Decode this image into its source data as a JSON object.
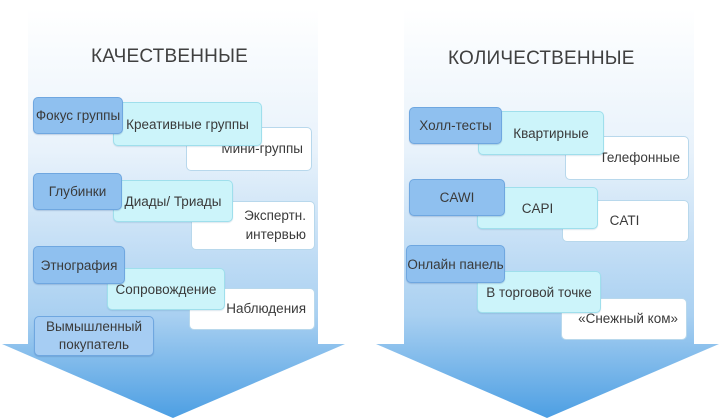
{
  "colors": {
    "arrow_top": "#ffffff",
    "arrow_bottom": "#5aa8e6",
    "level1_fill": "#8fc0ef",
    "level2_fill": "#ccf4fa",
    "level3_fill": "#ffffff"
  },
  "qualitative": {
    "title": "КАЧЕСТВЕННЫЕ",
    "groups": [
      {
        "level1": "Фокус группы",
        "level2": "Креативные группы",
        "level3": [
          "Мини-группы"
        ]
      },
      {
        "level1": "Глубинки",
        "level2": "Диады/ Триады",
        "level3": [
          "Экспертн.",
          "интервью"
        ]
      },
      {
        "level1": "Этнография",
        "level2": "Сопровождение",
        "level3": [
          "Наблюдения"
        ]
      }
    ],
    "extra": [
      "Вымышленный",
      "покупатель"
    ]
  },
  "quantitative": {
    "title": "КОЛИЧЕСТВЕННЫЕ",
    "groups": [
      {
        "level1": "Холл-тесты",
        "level2": "Квартирные",
        "level3": [
          "Телефонные"
        ]
      },
      {
        "level1": "CAWI",
        "level2": "CAPI",
        "level3": [
          "CATI"
        ]
      },
      {
        "level1": "Онлайн панель",
        "level2": "В торговой точке",
        "level3": [
          "«Снежный ком»"
        ]
      }
    ]
  }
}
